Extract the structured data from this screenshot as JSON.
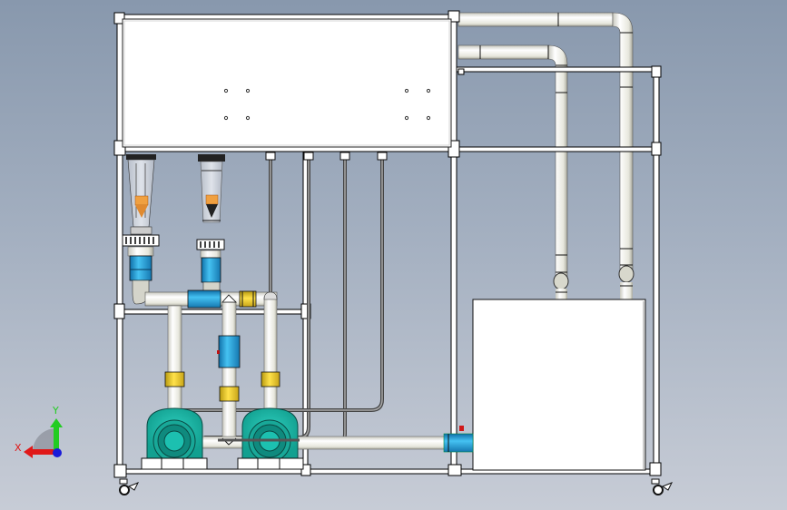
{
  "viewport": {
    "type": "3d-cad-model-view",
    "model": "fluid-circulation-test-bench",
    "background_top": "#8898ad",
    "background_bottom": "#c7ccd6"
  },
  "triad": {
    "x_label": "X",
    "y_label": "Y",
    "x_color": "#e8141a",
    "y_color": "#22cc22",
    "z_color": "#1a1ad8"
  },
  "colors": {
    "frame": "#ffffff",
    "pipe": "#f2f2ee",
    "pump": "#1cb8a8",
    "pump_dark": "#0e7f74",
    "flowmeter_body": "#2aa6dd",
    "coupling": "#f0cc20",
    "tube": "#6a6a6a",
    "float": "#f0a040"
  },
  "components": {
    "top_tank": "upper-water-tank",
    "bottom_tank": "lower-water-tank",
    "pumps": [
      "pump-1",
      "pump-2"
    ],
    "rotameters": [
      "rotameter-1",
      "rotameter-2"
    ],
    "casters": [
      "caster-left",
      "caster-right"
    ]
  }
}
